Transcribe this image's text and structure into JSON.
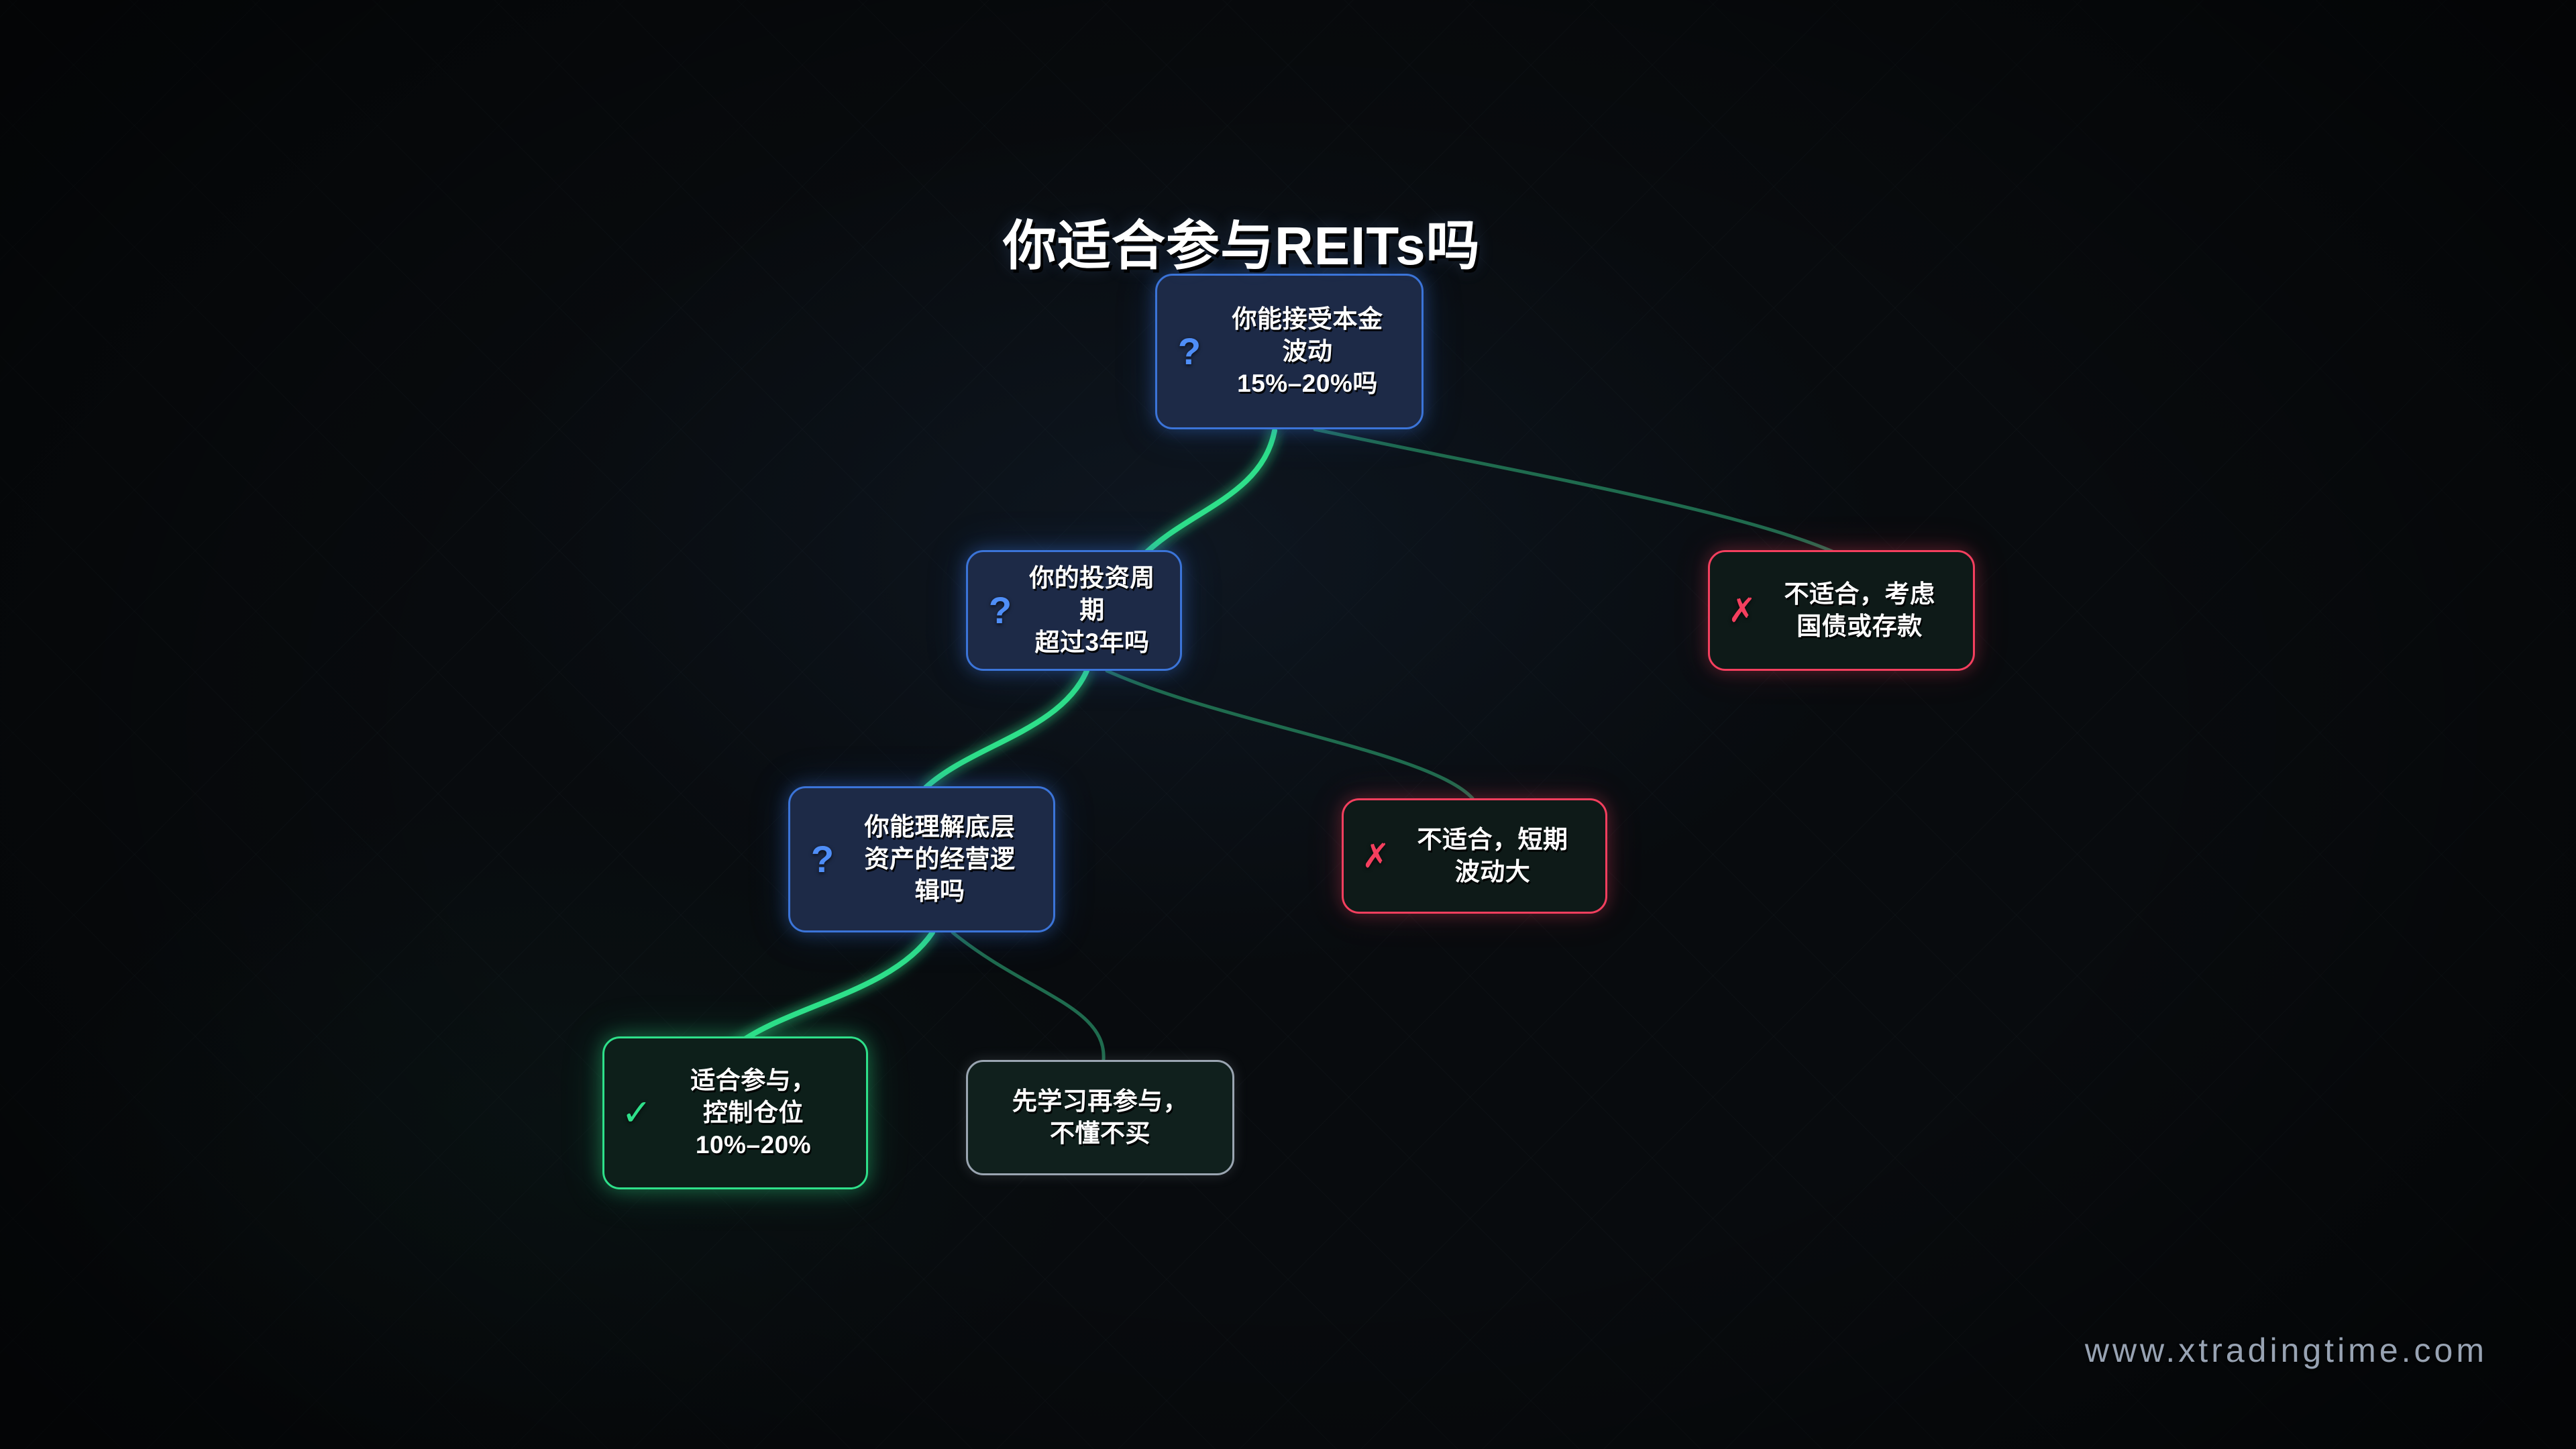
{
  "title": "你适合参与REITs吗",
  "watermark": "www.xtradingtime.com",
  "colors": {
    "background": "#080b0e",
    "decision_border": "#3b74d8",
    "decision_fill": "#1d2a47",
    "negative_border": "#f43f5e",
    "positive_border": "#2ee08a",
    "neutral_border": "#9aa5b1",
    "edge_yes": "#2ee08a",
    "edge_no": "#1f6b4e",
    "title_text": "#ffffff",
    "watermark_text": "#98a3b3"
  },
  "icons": {
    "question": "?",
    "cross": "✗",
    "check": "✓"
  },
  "nodes": [
    {
      "id": "root",
      "kind": "decision",
      "icon": "question",
      "icon_name": "question-mark-icon",
      "label": "你能接受本金\n波动\n15%–20%吗"
    },
    {
      "id": "horizon",
      "kind": "decision",
      "icon": "question",
      "icon_name": "question-mark-icon",
      "label": "你的投资周期\n超过3年吗"
    },
    {
      "id": "reject-volatility",
      "kind": "negative",
      "icon": "cross",
      "icon_name": "cross-icon",
      "label": "不适合，考虑\n国债或存款"
    },
    {
      "id": "understanding",
      "kind": "decision",
      "icon": "question",
      "icon_name": "question-mark-icon",
      "label": "你能理解底层\n资产的经营逻\n辑吗"
    },
    {
      "id": "reject-shortterm",
      "kind": "negative",
      "icon": "cross",
      "icon_name": "cross-icon",
      "label": "不适合，短期\n波动大"
    },
    {
      "id": "accept",
      "kind": "positive",
      "icon": "check",
      "icon_name": "check-icon",
      "label": "适合参与，\n控制仓位\n10%–20%"
    },
    {
      "id": "learn-first",
      "kind": "neutral",
      "icon": "",
      "icon_name": "",
      "label": "先学习再参与，\n不懂不买"
    }
  ],
  "edges": [
    {
      "from": "root",
      "to": "horizon",
      "branch": "yes"
    },
    {
      "from": "root",
      "to": "reject-volatility",
      "branch": "no"
    },
    {
      "from": "horizon",
      "to": "understanding",
      "branch": "yes"
    },
    {
      "from": "horizon",
      "to": "reject-shortterm",
      "branch": "no"
    },
    {
      "from": "understanding",
      "to": "accept",
      "branch": "yes"
    },
    {
      "from": "understanding",
      "to": "learn-first",
      "branch": "no"
    }
  ]
}
